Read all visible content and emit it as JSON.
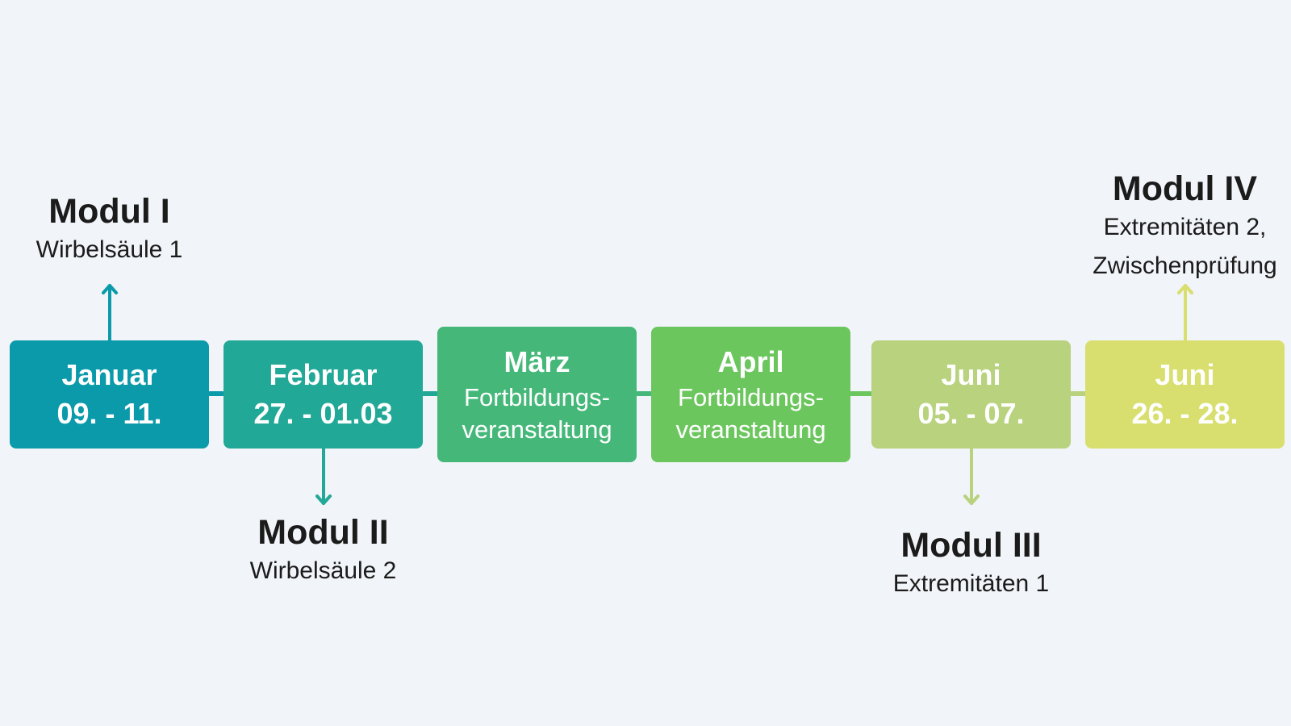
{
  "timeline": {
    "steps": [
      {
        "title": "Januar",
        "subtitle": "09. - 11.",
        "color": "#0b9aaa",
        "style": "date"
      },
      {
        "title": "Februar",
        "subtitle": "27. - 01.03",
        "color": "#22a896",
        "style": "date"
      },
      {
        "title": "März",
        "subtitle": "Fortbildungs-\nveranstaltung",
        "color": "#45b879",
        "style": "event"
      },
      {
        "title": "April",
        "subtitle": "Fortbildungs-\nveranstaltung",
        "color": "#6cc65e",
        "style": "event"
      },
      {
        "title": "Juni",
        "subtitle": "05. - 07.",
        "color": "#b8d27e",
        "style": "date"
      },
      {
        "title": "Juni",
        "subtitle": "26. - 28.",
        "color": "#d8df6f",
        "style": "date"
      }
    ],
    "modules": [
      {
        "title": "Modul I",
        "text": "Wirbelsäule 1",
        "step": 0,
        "position": "above"
      },
      {
        "title": "Modul II",
        "text": "Wirbelsäule 2",
        "step": 1,
        "position": "below"
      },
      {
        "title": "Modul III",
        "text": "Extremitäten 1",
        "step": 4,
        "position": "below"
      },
      {
        "title": "Modul IV",
        "text": "Extremitäten 2,\nZwischenprüfung",
        "step": 5,
        "position": "above"
      }
    ]
  }
}
